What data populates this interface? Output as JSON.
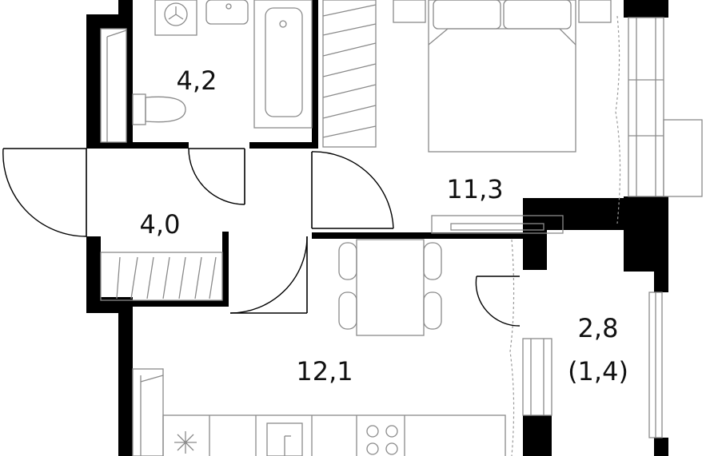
{
  "rooms": [
    {
      "id": "bathroom",
      "area": "4,2"
    },
    {
      "id": "hallway",
      "area": "4,0"
    },
    {
      "id": "bedroom",
      "area": "11,3"
    },
    {
      "id": "kitchen-living",
      "area": "12,1"
    },
    {
      "id": "loggia",
      "area": "2,8",
      "area_secondary": "(1,4)"
    }
  ],
  "colors": {
    "wall": "#000000",
    "furniture": "#8a8a8a",
    "text": "#111111",
    "background": "#ffffff"
  },
  "icons": [
    "washing-machine-icon",
    "sink-icon",
    "bathtub-icon",
    "toilet-icon",
    "bed-icon",
    "dining-table-icon",
    "stove-icon",
    "kitchen-sink-icon"
  ]
}
